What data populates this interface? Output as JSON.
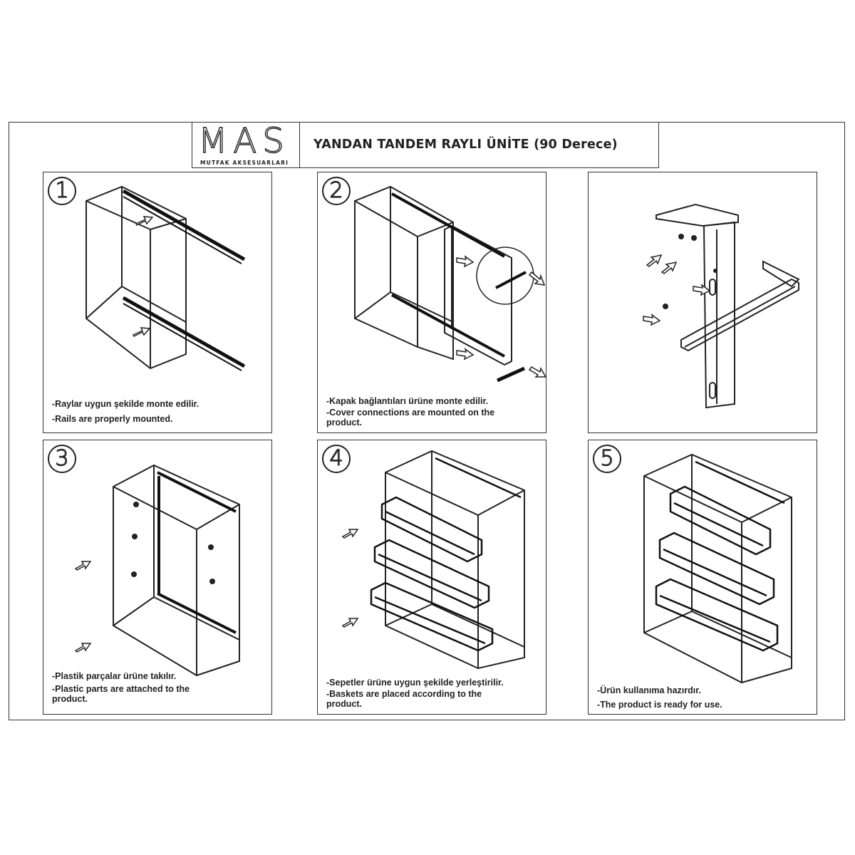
{
  "header": {
    "logo": "MAS",
    "logo_subtitle": "MUTFAK AKSESUARLARI",
    "title": "YANDAN TANDEM RAYLI ÜNİTE (90 Derece)"
  },
  "steps": [
    {
      "number": "1",
      "caption_tr": "-Raylar uygun şekilde monte edilir.",
      "caption_en": "-Rails are properly mounted."
    },
    {
      "number": "2",
      "caption_tr": "-Kapak bağlantıları ürüne monte edilir.",
      "caption_en": "-Cover connections are mounted on the product."
    },
    {
      "number": "",
      "caption_tr": "",
      "caption_en": ""
    },
    {
      "number": "3",
      "caption_tr": "-Plastik parçalar ürüne takılır.",
      "caption_en": "-Plastic parts are attached to the product."
    },
    {
      "number": "4",
      "caption_tr": "-Sepetler ürüne uygun şekilde yerleştirilir.",
      "caption_en": "-Baskets are placed according to the product."
    },
    {
      "number": "5",
      "caption_tr": "-Ürün kullanıma hazırdır.",
      "caption_en": "-The product is ready for use."
    }
  ]
}
